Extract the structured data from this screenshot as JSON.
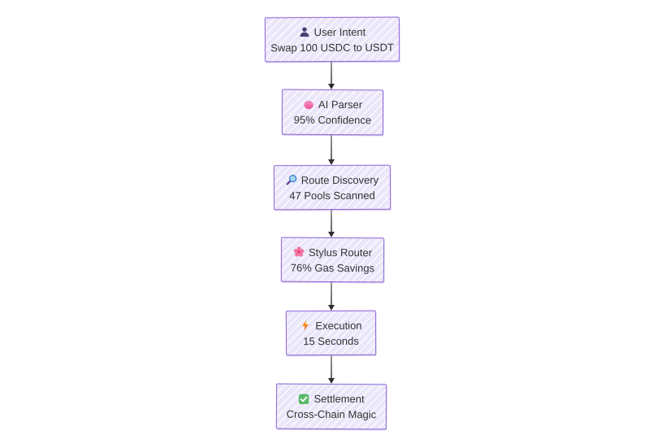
{
  "diagram": {
    "type": "flowchart-vertical",
    "style": "hand-drawn",
    "colors": {
      "node_fill": "#ece9fb",
      "node_border": "#9370DB",
      "text": "#333333",
      "edge_line": "#666666",
      "arrowhead": "#2e2e2e",
      "background": "#ffffff"
    },
    "nodes": [
      {
        "id": "user-intent",
        "icon": "person-icon",
        "title": "User Intent",
        "subtitle": "Swap 100 USDC to USDT"
      },
      {
        "id": "ai-parser",
        "icon": "brain-icon",
        "title": "AI Parser",
        "subtitle": "95% Confidence"
      },
      {
        "id": "route-discovery",
        "icon": "magnifier-icon",
        "title": "Route Discovery",
        "subtitle": "47 Pools Scanned"
      },
      {
        "id": "stylus-router",
        "icon": "blossom-icon",
        "title": "Stylus Router",
        "subtitle": "76% Gas Savings"
      },
      {
        "id": "execution",
        "icon": "lightning-icon",
        "title": "Execution",
        "subtitle": "15 Seconds"
      },
      {
        "id": "settlement",
        "icon": "check-icon",
        "title": "Settlement",
        "subtitle": "Cross-Chain Magic"
      }
    ],
    "edges": [
      {
        "from": "user-intent",
        "to": "ai-parser"
      },
      {
        "from": "ai-parser",
        "to": "route-discovery"
      },
      {
        "from": "route-discovery",
        "to": "stylus-router"
      },
      {
        "from": "stylus-router",
        "to": "execution"
      },
      {
        "from": "execution",
        "to": "settlement"
      }
    ]
  }
}
